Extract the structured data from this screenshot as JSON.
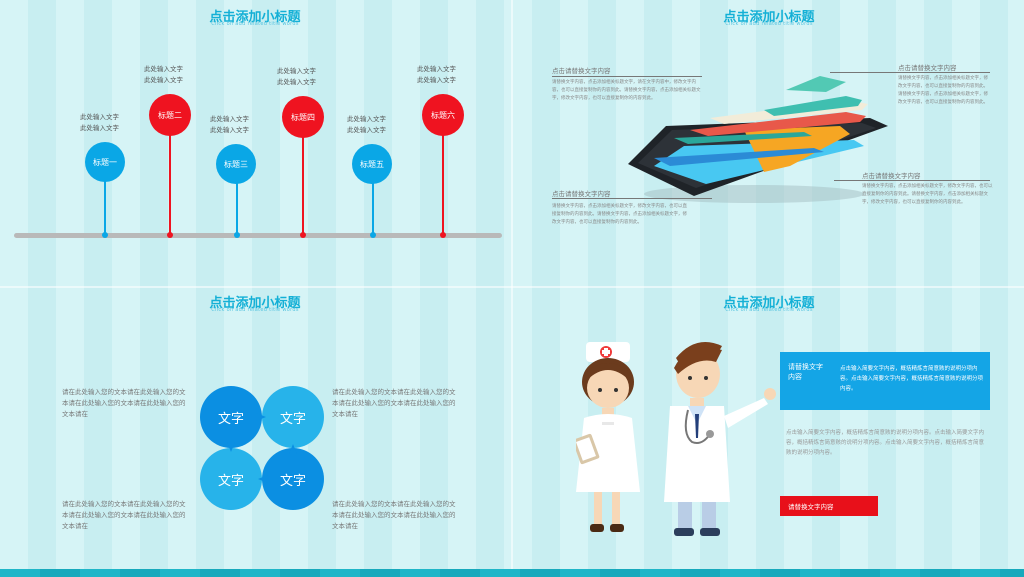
{
  "panel1": {
    "title": "点击添加小标题",
    "subtitle": "Click on add related title words",
    "nodes": [
      {
        "label": "标题一",
        "text1": "此处输入文字",
        "text2": "此处输入文字"
      },
      {
        "label": "标题二",
        "text1": "此处输入文字",
        "text2": "此处输入文字"
      },
      {
        "label": "标题三",
        "text1": "此处输入文字",
        "text2": "此处输入文字"
      },
      {
        "label": "标题四",
        "text1": "此处输入文字",
        "text2": "此处输入文字"
      },
      {
        "label": "标题五",
        "text1": "此处输入文字",
        "text2": "此处输入文字"
      },
      {
        "label": "标题六",
        "text1": "此处输入文字",
        "text2": "此处输入文字"
      }
    ]
  },
  "panel2": {
    "title": "点击添加小标题",
    "subtitle": "Click on add related title words",
    "callout_tl": {
      "heading": "点击请替换文字内容",
      "body": "请替换文字内容，点击添加相关标题文字，请在文字内容中，修改文字内容，也可以直接复制你的内容到此。请替换文字内容，点击添加相关标题文字，修改文字内容，也可以直接复制你的内容到此。"
    },
    "callout_tr": {
      "heading": "点击请替换文字内容",
      "body": "请替换文字内容，点击添加相关标题文字，修改文字内容，也可以直接复制你的内容到此。请替换文字内容，点击添加相关标题文字，修改文字内容，也可以直接复制你的内容到此。"
    },
    "callout_mr": {
      "heading": "点击请替换文字内容",
      "body": "请替换文字内容，点击添加相关标题文字，修改文字内容，也可以直接复制你的内容到此。请替换文字内容，点击添加相关标题文字，修改文字内容，也可以直接复制你的内容到此。"
    },
    "callout_bl": {
      "heading": "点击请替换文字内容",
      "body": "请替换文字内容，点击添加相关标题文字，修改文字内容，也可以直接复制你的内容到此。请替换文字内容，点击添加相关标题文字，修改文字内容，也可以直接复制你的内容到此。"
    }
  },
  "panel3": {
    "title": "点击添加小标题",
    "subtitle": "Click on add related title words",
    "bubbles": [
      "文字",
      "文字",
      "文字",
      "文字"
    ],
    "para_tl": "请在此处输入您的文本请在此处输入您的文本请在此处输入您的文本请在此处输入您的文本请在",
    "para_tr": "请在此处输入您的文本请在此处输入您的文本请在此处输入您的文本请在此处输入您的文本请在",
    "para_bl": "请在此处输入您的文本请在此处输入您的文本请在此处输入您的文本请在此处输入您的文本请在",
    "para_br": "请在此处输入您的文本请在此处输入您的文本请在此处输入您的文本请在此处输入您的文本请在"
  },
  "panel4": {
    "title": "点击添加小标题",
    "subtitle": "Click on add related title words",
    "box_label": "请替换文字内容",
    "box_text": "点击输入简要文字内容，概括精炼言简意赅的说明分项内容。点击输入简要文字内容，概括精炼言简意赅的说明分项内容。",
    "body_text": "点击输入简要文字内容，概括精炼言简意赅的说明分项内容。点击输入简要文字内容，概括精炼言简意赅的说明分项内容。点击输入简要文字内容，概括精炼言简意赅的说明分项内容。",
    "red_button": "请替换文字内容"
  },
  "colors": {
    "accent_blue": "#0aa7e6",
    "accent_red": "#ef1320",
    "title_blue": "#14b0d6"
  }
}
